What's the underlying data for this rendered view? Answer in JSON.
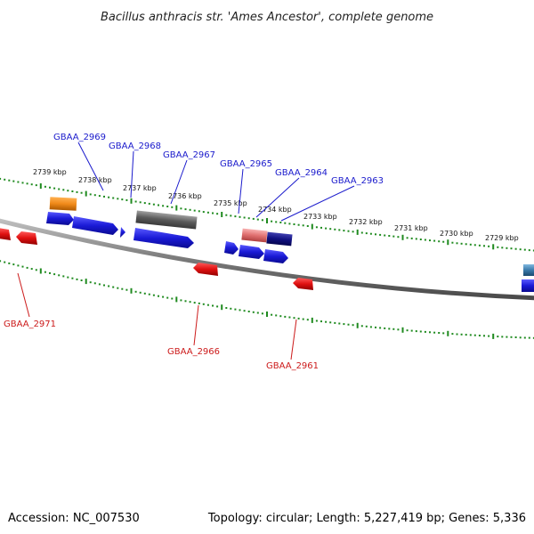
{
  "title": "Bacillus anthracis str. 'Ames Ancestor', complete genome",
  "footer": {
    "accession": "Accession: NC_007530",
    "summary": "Topology: circular; Length: 5,227,419 bp; Genes: 5,336"
  },
  "colors": {
    "backbone": "#8a8a8a",
    "tick": "#1f8a1f",
    "forward_cds": "#1a1ad6",
    "reverse_cds": "#e01010",
    "gene_label_forward": "#1a1acc",
    "gene_label_reverse": "#cc1a1a",
    "rrna": "#f08a1a",
    "trna": "#5a5a5a",
    "pseudo": "#e07070",
    "dark_feature": "#101080",
    "teal_feature": "#3a7aaa"
  },
  "kbp_labels": [
    "2739 kbp",
    "2738 kbp",
    "2737 kbp",
    "2736 kbp",
    "2735 kbp",
    "2734 kbp",
    "2733 kbp",
    "2732 kbp",
    "2731 kbp",
    "2730 kbp",
    "2729 kbp"
  ],
  "gene_labels_forward": [
    "GBAA_2969",
    "GBAA_2968",
    "GBAA_2967",
    "GBAA_2965",
    "GBAA_2964",
    "GBAA_2963"
  ],
  "gene_labels_reverse": [
    "GBAA_2971",
    "GBAA_2966",
    "GBAA_2961"
  ]
}
